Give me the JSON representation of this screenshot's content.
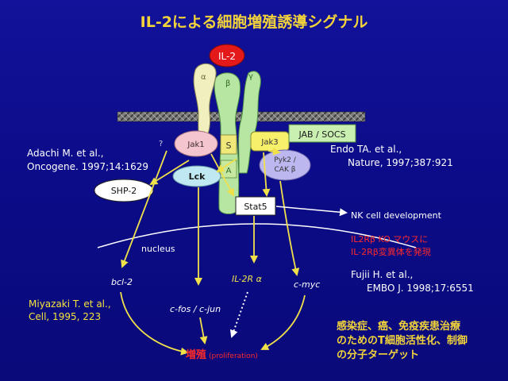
{
  "title": "IL-2による細胞増殖誘導シグナル",
  "receptor": {
    "ligand": "IL-2",
    "alpha": "α",
    "beta": "β",
    "gamma": "γ",
    "s_region": "S",
    "a_region": "A",
    "question": "?"
  },
  "molecules": {
    "jak1": "Jak1",
    "jak3": "Jak3",
    "jab_socs": "JAB / SOCS",
    "lck": "Lck",
    "pyk2_line1": "Pyk2 /",
    "pyk2_line2": "CAK β",
    "shp2": "SHP-2",
    "stat5": "Stat5"
  },
  "labels": {
    "nucleus": "nucleus",
    "nk_dev": "NK cell development",
    "bcl2": "bcl-2",
    "il2r_alpha": "IL-2R α",
    "cmyc": "c-myc",
    "cfos_cjun": "c-fos / c-jun",
    "proliferation_jp": "増殖",
    "proliferation_en": "(proliferation)"
  },
  "refs": {
    "adachi_1": "Adachi M. et al.,",
    "adachi_2": "Oncogene. 1997;14:1629",
    "endo_1": "Endo TA. et al.,",
    "endo_2": "Nature, 1997;387:921",
    "ko_1": "IL2Rβ KO マウスに",
    "ko_2": "IL-2Rβ変異体を発現",
    "fujii_1": "Fujii H. et al.,",
    "fujii_2": "EMBO J. 1998;17:6551",
    "miyazaki_1": "Miyazaki T. et al.,",
    "miyazaki_2": "Cell, 1995, 223"
  },
  "summary": {
    "line1": "感染症、癌、免疫疾患治療",
    "line2": "のためのT細胞活性化、制御",
    "line3": "の分子ターゲット"
  },
  "colors": {
    "background": "#0b0b86",
    "title": "#f2d33a",
    "arrow_yellow": "#f0e04a",
    "ref_yellow": "#f5e33a",
    "ko_red": "#ff2a2a",
    "il2": "#e41a1a",
    "receptor_cream": "#f1efbd",
    "receptor_green": "#b7e6a3",
    "jak1_pink": "#f4c4cf",
    "jak3_yellow": "#f7f06b",
    "jab_green": "#c9efb1",
    "lck_cyan": "#bfe8f2",
    "pyk2_lilac": "#bdb7ef"
  }
}
